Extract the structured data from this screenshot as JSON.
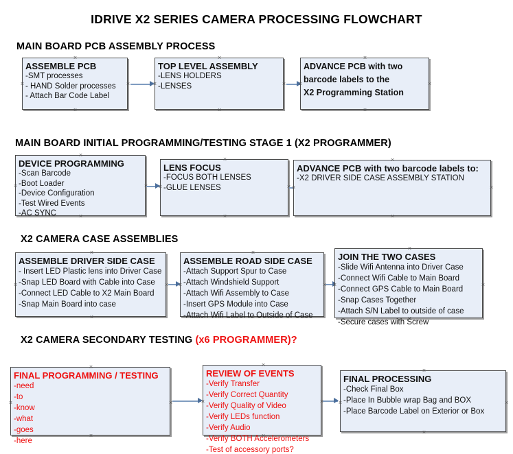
{
  "page": {
    "title": "IDRIVE X2  SERIES CAMERA PROCESSING FLOWCHART",
    "box_fill": "#e8eef8",
    "box_border": "#4a4a4a",
    "connector_color": "#7f9cc0",
    "red_accent": "#ee1111"
  },
  "sections": [
    {
      "id": "main-board-pcb-assembly",
      "header": "MAIN BOARD PCB ASSEMBLY PROCESS",
      "header_red": ""
    },
    {
      "id": "main-board-initial-programming",
      "header": "MAIN BOARD INITIAL PROGRAMMING/TESTING STAGE 1 (X2 PROGRAMMER)",
      "header_red": ""
    },
    {
      "id": "x2-camera-case-assemblies",
      "header": "X2 CAMERA CASE ASSEMBLIES",
      "header_red": ""
    },
    {
      "id": "x2-camera-secondary-testing",
      "header": "X2 CAMERA SECONDARY TESTING ",
      "header_red": "(x6 PROGRAMMER)?"
    }
  ],
  "nodes": {
    "assemble_pcb": {
      "header": "ASSEMBLE PCB",
      "lines": [
        "-SMT processes",
        "- HAND Solder processes",
        "- Attach Bar Code Label"
      ]
    },
    "top_level_assembly": {
      "header": "TOP LEVEL ASSEMBLY",
      "lines": [
        "-LENS HOLDERS",
        "-LENSES"
      ]
    },
    "advance_pcb_station": {
      "header": "",
      "lines": [
        "ADVANCE PCB with two",
        "barcode labels to the",
        " X2 Programming Station"
      ]
    },
    "device_programming": {
      "header": "DEVICE PROGRAMMING",
      "lines": [
        "-Scan Barcode",
        "-Boot Loader",
        "-Device Configuration",
        "-Test Wired Events",
        "-AC SYNC"
      ]
    },
    "lens_focus": {
      "header": "LENS FOCUS",
      "lines": [
        "-FOCUS BOTH LENSES",
        "-GLUE LENSES"
      ]
    },
    "advance_pcb_driver_side": {
      "header": "ADVANCE PCB with two barcode labels to:",
      "lines": [
        "-X2 DRIVER  SIDE  CASE  ASSEMBLY STATION"
      ]
    },
    "assemble_driver_side_case": {
      "header": "ASSEMBLE DRIVER SIDE CASE",
      "lines": [
        "- Insert LED Plastic lens into Driver Case",
        "-Snap LED Board with Cable into Case",
        "-Connect LED Cable to X2 Main Board",
        "-Snap Main Board into case"
      ]
    },
    "assemble_road_side_case": {
      "header": "ASSEMBLE ROAD SIDE CASE",
      "lines": [
        "-Attach Support Spur to Case",
        "-Attach Windshield Support",
        "-Attach Wifi Assembly to Case",
        "-Insert GPS Module into Case",
        "-Attach Wifi Label to Outside of Case"
      ]
    },
    "join_the_two_cases": {
      "header": "JOIN THE TWO CASES",
      "lines": [
        "-Slide Wifi Antenna into Driver Case",
        "-Connect Wifi Cable to Main Board",
        "-Connect GPS Cable to Main Board",
        "-Snap Cases Together",
        "-Attach S/N Label to outside of case",
        "-Secure cases with Screw"
      ]
    },
    "final_programming_testing": {
      "header": "FINAL PROGRAMMING / TESTING",
      "lines": [
        "-need",
        "-to",
        "-know",
        "-what",
        "-goes",
        "-here"
      ]
    },
    "review_of_events": {
      "header": "REVIEW OF EVENTS",
      "lines": [
        "-Verify Transfer",
        "-Verify Correct Quantity",
        "-Verify Quality of Video",
        "-Verify LEDs function",
        "-Verify Audio",
        "-Verify BOTH Accelerometers",
        "-Test of accessory ports?"
      ]
    },
    "final_processing": {
      "header": "FINAL PROCESSING",
      "lines": [
        " -Check Final Box",
        "-Place In Bubble wrap Bag and BOX",
        "-Place Barcode Label on Exterior or Box"
      ]
    }
  }
}
